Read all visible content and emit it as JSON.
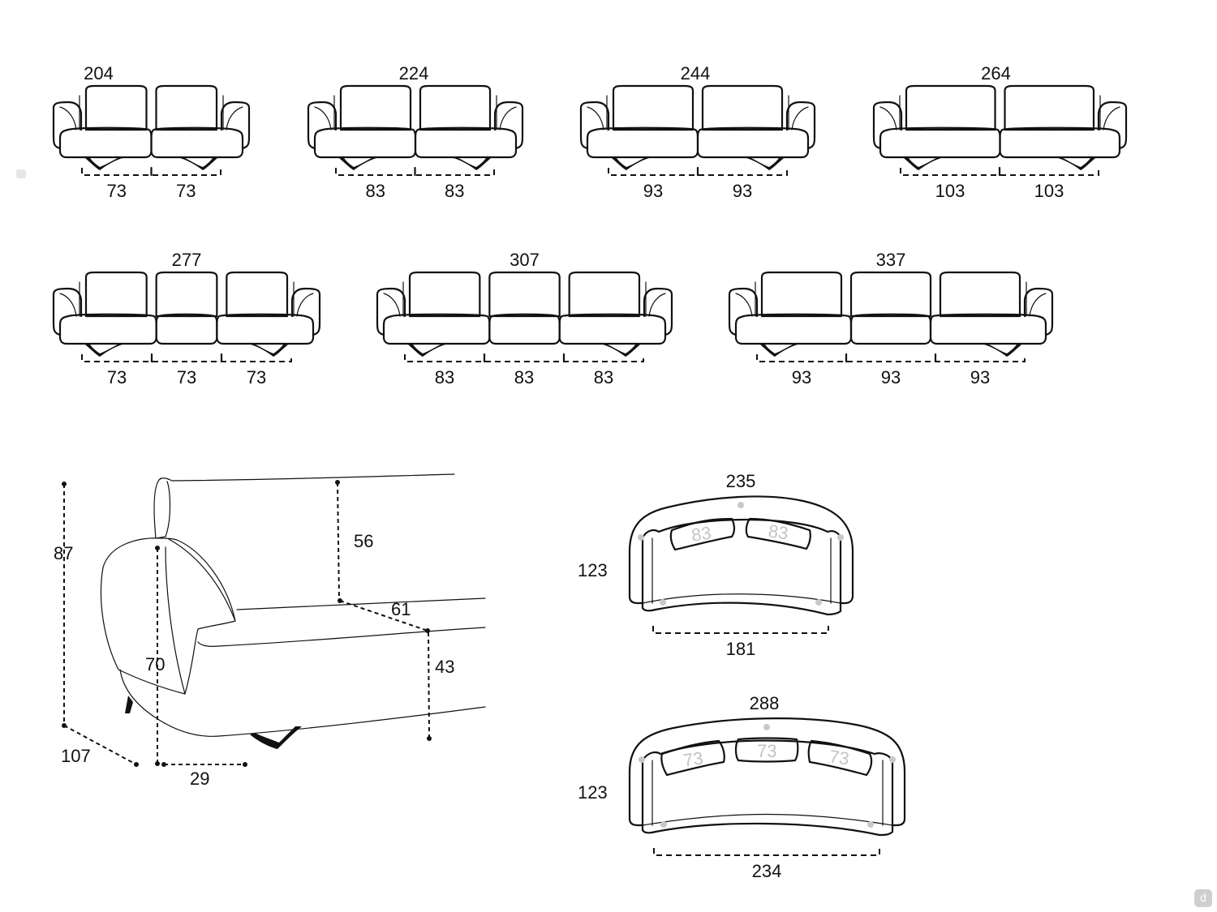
{
  "front_views": [
    {
      "total": "204",
      "modules": [
        "73",
        "73"
      ]
    },
    {
      "total": "224",
      "modules": [
        "83",
        "83"
      ]
    },
    {
      "total": "244",
      "modules": [
        "93",
        "93"
      ]
    },
    {
      "total": "264",
      "modules": [
        "103",
        "103"
      ]
    },
    {
      "total": "277",
      "modules": [
        "73",
        "73",
        "73"
      ]
    },
    {
      "total": "307",
      "modules": [
        "83",
        "83",
        "83"
      ]
    },
    {
      "total": "337",
      "modules": [
        "93",
        "93",
        "93"
      ]
    }
  ],
  "side_view": {
    "total_height": "87",
    "back_height": "56",
    "seat_depth": "61",
    "seat_height": "43",
    "arm_height": "70",
    "total_depth": "107",
    "arm_width": "29"
  },
  "curved_views": [
    {
      "width": "235",
      "depth": "123",
      "inner_width": "181",
      "cushions": [
        "83",
        "83"
      ]
    },
    {
      "width": "288",
      "depth": "123",
      "inner_width": "234",
      "cushions": [
        "73",
        "73",
        "73"
      ]
    }
  ],
  "badge": "d"
}
